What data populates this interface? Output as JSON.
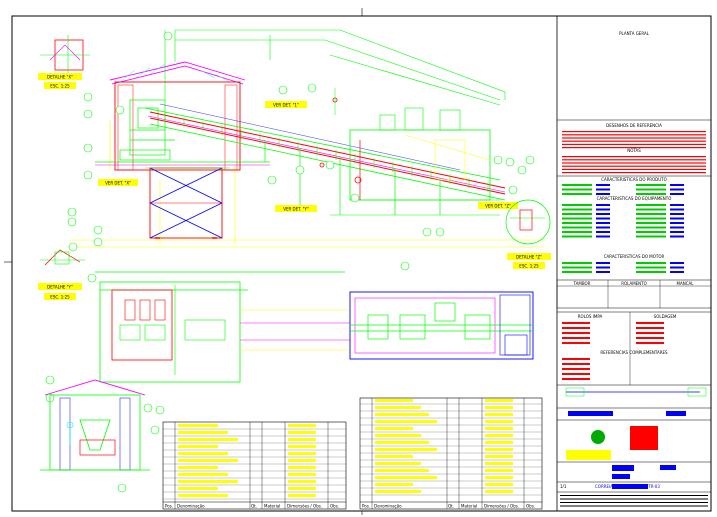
{
  "drawing": {
    "detail_labels": {
      "det_x": "DETALHE \"X\"",
      "det_x_scale": "ESC. 1:25",
      "det_y": "DETALHE \"Y\"",
      "det_y_scale": "ESC. 1:25",
      "det_z": "DETALHE \"Z\"",
      "det_z_scale": "ESC. 1:25",
      "ver_det_1": "VER DET. \"1\"",
      "ver_det_x": "VER DET. \"X\"",
      "ver_det_y": "VER DET. \"Y\"",
      "ver_det_z": "VER DET. \"Z\""
    },
    "title_block": {
      "planta_header": "PLANTA GERAL",
      "notes_header": "DESENHOS DE REFERENCIA",
      "notes_sub": "NOTAS",
      "char_header": "CARACTERISTICAS DO PRODUTO",
      "equip_header": "CARACTERISTICAS DO EQUIPAMENTO",
      "drive_header": "CARACTERISTICAS DO MOTOR",
      "col_a": "TAMBOR",
      "col_b": "ROLAMENTO",
      "col_c": "MANCAL",
      "col_d": "ROLOS IMPA",
      "col_e": "SOLDAGEM",
      "col_f": "REFERENCIAS COMPLEMENTARES",
      "title_line": "CORREIA DE REPOSIÇÃO - TR-03",
      "sheet_num": "1/1"
    },
    "bom_headers": {
      "pos": "Pos.",
      "desc": "Denominação",
      "qty": "Qt.",
      "mat": "Material",
      "dim": "Dimensões / Obs.",
      "weight": "Obs."
    },
    "colors": {
      "frame": "#000000",
      "struct_green": "#00ff00",
      "belt_red": "#ff0000",
      "roof_magenta": "#ff00ff",
      "dim_yellow": "#ffff00",
      "cyan": "#00ffff",
      "blue": "#0000ff"
    }
  }
}
